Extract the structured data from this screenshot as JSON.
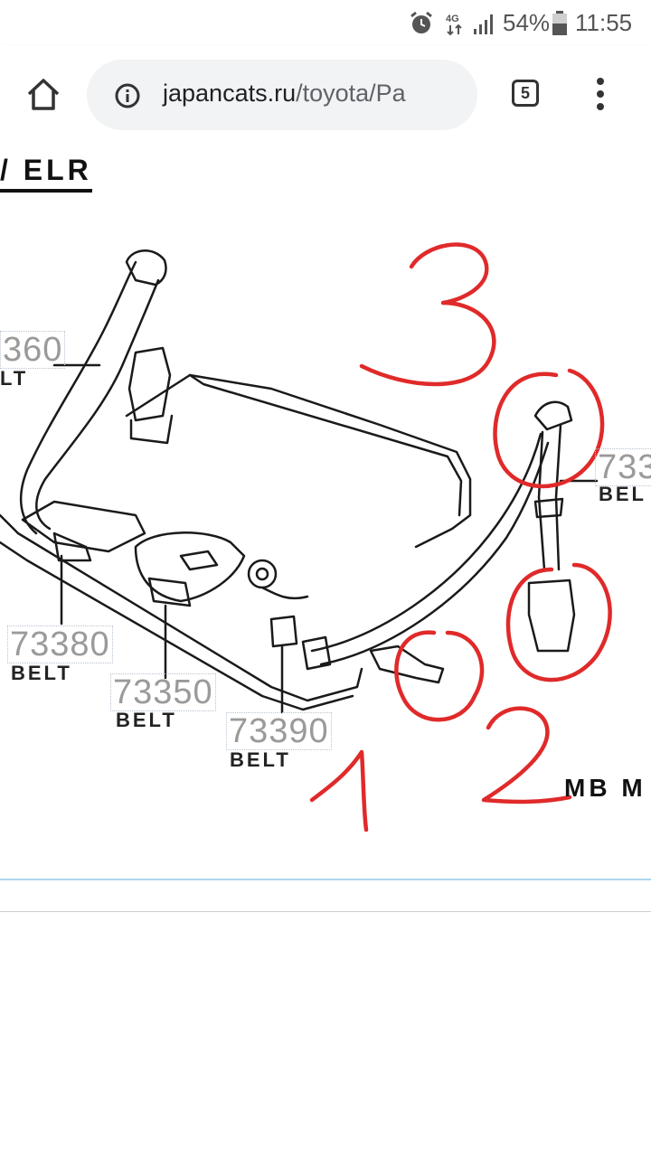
{
  "status_bar": {
    "network": "4G",
    "battery": "54%",
    "time": "11:55"
  },
  "browser": {
    "url_domain": "japancats.ru",
    "url_path": "/toyota/Pa",
    "tab_count": "5"
  },
  "diagram": {
    "heading": "ELR",
    "labels": {
      "left_top_part": "360",
      "left_top_desc": "LT",
      "part_73380": "73380",
      "part_73350": "73350",
      "part_73390": "73390",
      "right_top_part": "733",
      "right_top_desc": "BEL",
      "belt": "BELT",
      "mb": "MB M"
    },
    "annotations": {
      "color": "#e02a2a",
      "numbers": [
        "1",
        "2",
        "3"
      ]
    }
  }
}
